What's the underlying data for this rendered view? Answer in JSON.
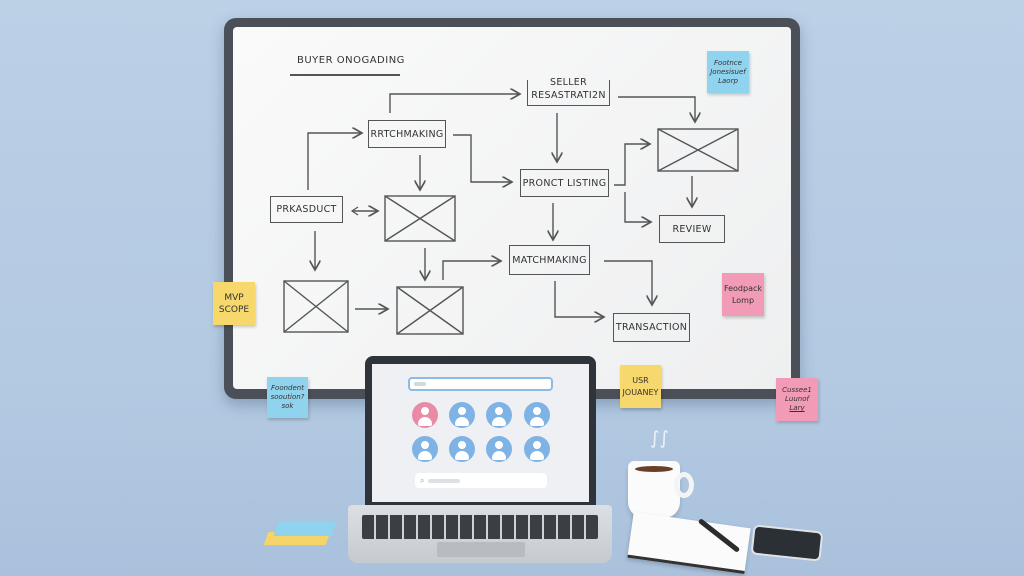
{
  "whiteboard": {
    "title": "BUYER ONOGADING",
    "boxes": {
      "seller_registration": [
        "SELLER",
        "RESASTRATI2N"
      ],
      "rrtchmaking": "RRTCHMAKING",
      "product_listing": "PRONCT LISTING",
      "prkasduct": "PRKASDUCT",
      "review": "REVIEW",
      "matchmaking": "MATCHMAKING",
      "transaction": "TRANSACTION"
    }
  },
  "sticky_notes": [
    {
      "lines": [
        "Footnce",
        "Jonesisuef",
        "Laorp"
      ],
      "color": "#8fd3ef"
    },
    {
      "lines": [
        "MVP",
        "SCOPE"
      ],
      "color": "#f7d86c"
    },
    {
      "lines": [
        "Feodpack",
        "Lomp"
      ],
      "color": "#f29bb6"
    },
    {
      "lines": [
        "Foondent",
        "sooution?",
        "sok"
      ],
      "color": "#8fd3ef"
    },
    {
      "lines": [
        "USR",
        "JOUANEY"
      ],
      "color": "#f7d86c"
    },
    {
      "lines": [
        "Cussee1",
        "Luunof",
        "Lary"
      ],
      "color": "#f29bb6"
    }
  ],
  "laptop": {
    "avatar_colors": [
      "#e98ba6",
      "#7fb2e5"
    ],
    "search_icon": "magnifier-icon"
  },
  "colors": {
    "background": "#b8cde4",
    "board_frame": "#4b4f57"
  }
}
